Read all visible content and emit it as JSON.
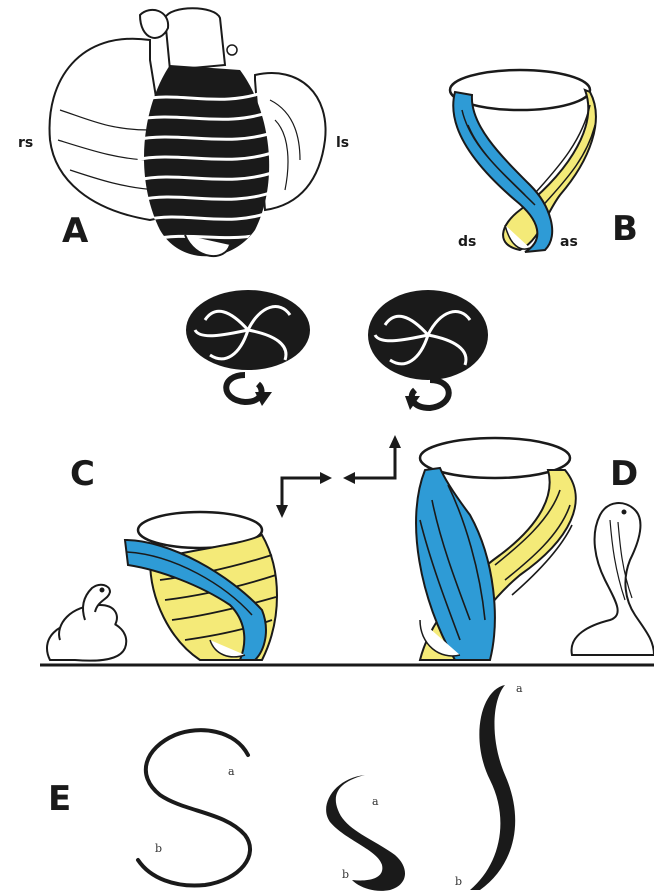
{
  "panels": {
    "A": {
      "label": "A",
      "rs": "rs",
      "ls": "ls"
    },
    "B": {
      "label": "B",
      "ds": "ds",
      "as": "as"
    },
    "C": {
      "label": "C"
    },
    "D": {
      "label": "D"
    },
    "E": {
      "label": "E",
      "a1": "a",
      "b1": "b",
      "a2": "a",
      "b2": "b",
      "a3": "a",
      "b3": "b"
    }
  },
  "colors": {
    "blue_band": "#2e9bd6",
    "yellow_band": "#f4ea78",
    "ink": "#1a1a1a",
    "paper": "#ffffff"
  }
}
